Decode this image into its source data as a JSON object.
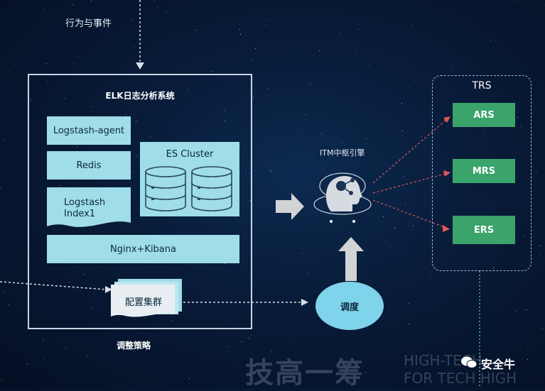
{
  "top_label": "行为与事件",
  "elk": {
    "title": "ELK日志分析系统",
    "logstash_agent": "Logstash-agent",
    "redis": "Redis",
    "logstash_index": "Logstash\nIndex1",
    "es_cluster": "ES Cluster",
    "nginx_kibana": "Nginx+Kibana",
    "config_cluster": "配置集群"
  },
  "adjust_strategy": "调整策略",
  "itm_label": "ITM中枢引擎",
  "schedule": "调度",
  "trs": {
    "title": "TRS",
    "items": [
      "ARS",
      "MRS",
      "ERS"
    ]
  },
  "watermark": {
    "cn": "技高一筹",
    "en_line1": "HIGH-TECH",
    "en_line2": "FOR TECH HIGH"
  },
  "brand": {
    "name": "安全牛"
  },
  "colors": {
    "box_fill": "#9fdde9",
    "ribbon_green": "#3aa46b",
    "ellipse_fill": "#7fd3ea",
    "arrow_red": "#e05a5a"
  }
}
